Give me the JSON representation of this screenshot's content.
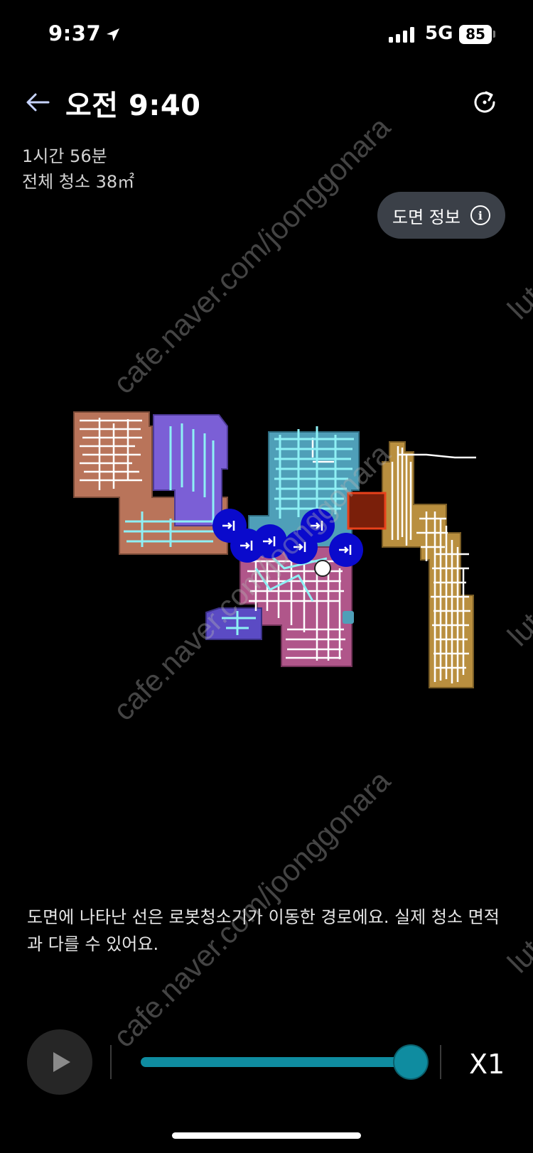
{
  "status_bar": {
    "time": "9:37",
    "network": "5G",
    "battery": "85",
    "icons": [
      "location-arrow-icon",
      "signal-bars-icon",
      "battery-icon"
    ]
  },
  "header": {
    "title": "오전 9:40",
    "icons": [
      "back-arrow-icon",
      "refresh-icon"
    ]
  },
  "summary": {
    "duration": "1시간 56분",
    "area": "전체 청소 38㎡"
  },
  "map_info_button": {
    "label": "도면 정보",
    "icon": "info-icon"
  },
  "map": {
    "room_colors": [
      "#b9745a",
      "#7b5fd6",
      "#4f9fb8",
      "#b98f3f",
      "#b0568a",
      "#5b4bc4"
    ],
    "path_colors": [
      "#ffffff",
      "#8ef0f5"
    ],
    "door_marker_color": "#0a0acc",
    "highlight_color": "#e8411b"
  },
  "note": "도면에 나타난 선은 로봇청소기가 이동한 경로에요. 실제 청소 면적과 다를 수 있어요.",
  "playback": {
    "progress": 1.0,
    "speed_label": "X1",
    "icons": [
      "play-icon"
    ]
  },
  "watermark": {
    "primary": "cafe.naver.com/joonggonara",
    "secondary": "lute"
  }
}
